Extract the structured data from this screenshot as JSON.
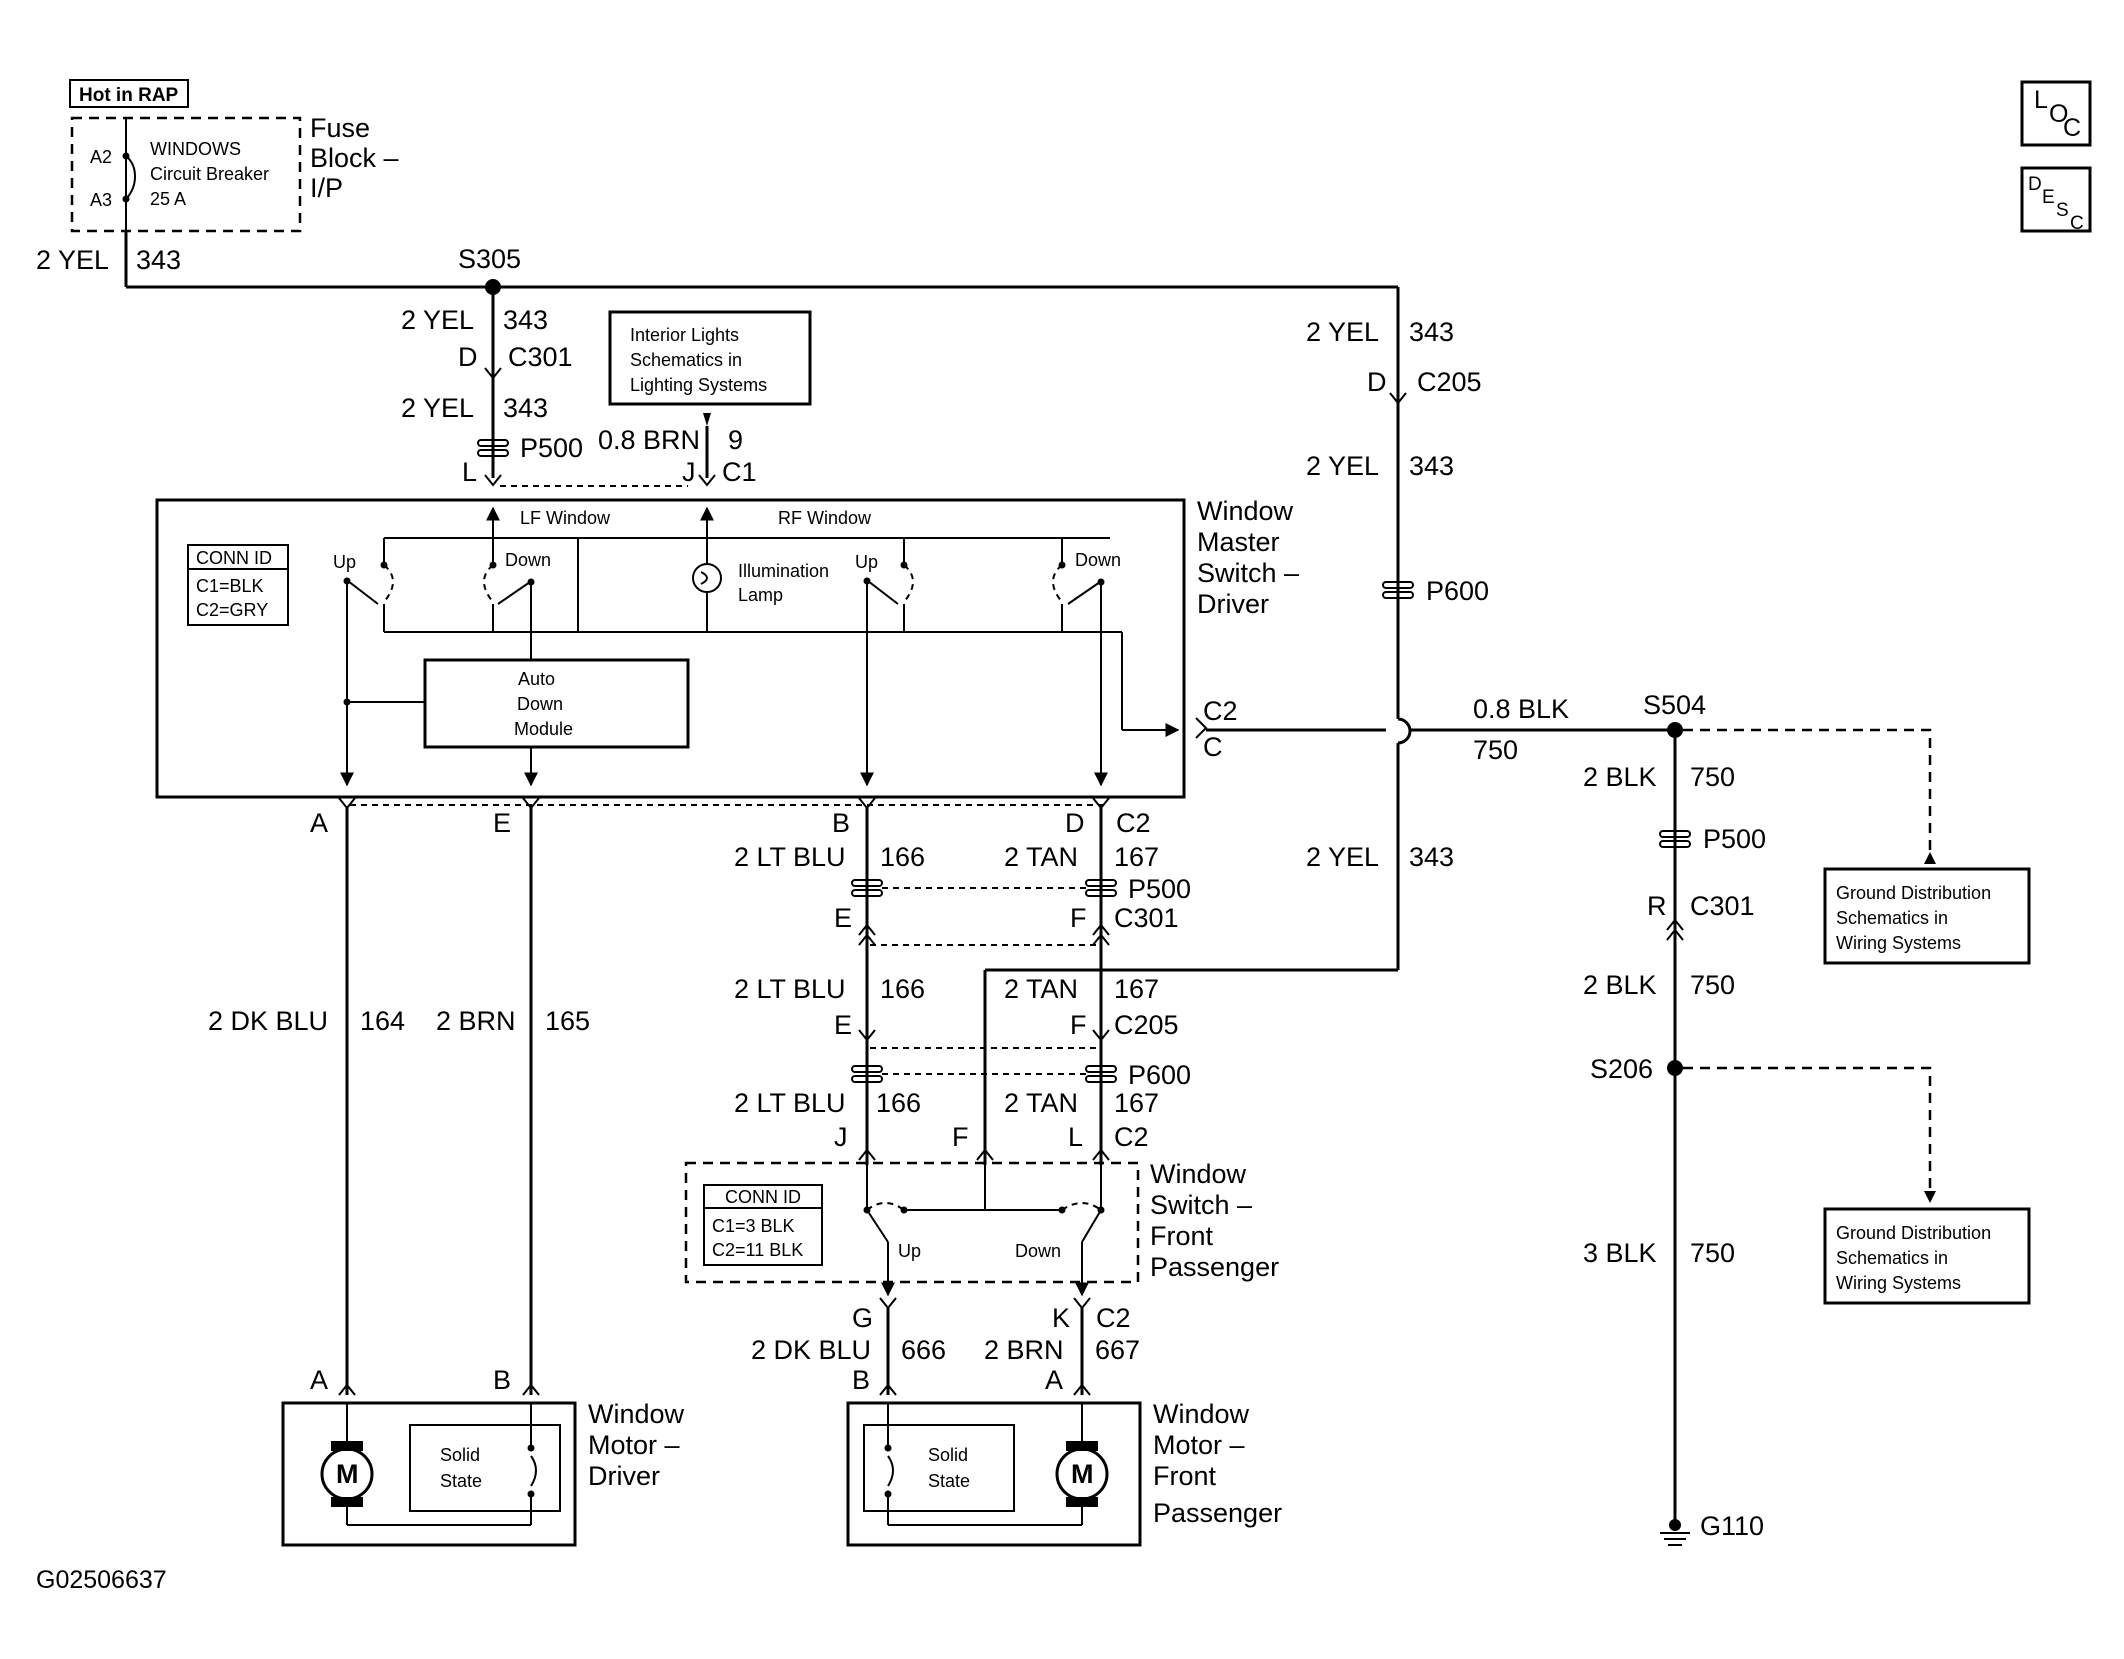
{
  "fuse_block": {
    "hot_in": "Hot in RAP",
    "pin_a2": "A2",
    "pin_a3": "A3",
    "breaker_line1": "WINDOWS",
    "breaker_line2": "Circuit Breaker",
    "breaker_line3": "25 A",
    "name_line1": "Fuse",
    "name_line2": "Block –",
    "name_line3": "I/P"
  },
  "loc_icon": {
    "l": "L",
    "o": "O",
    "c": "C"
  },
  "desc_icon": {
    "d": "D",
    "e": "E",
    "s": "S",
    "c": "C"
  },
  "main_feed": {
    "color": "2 YEL",
    "circuit": "343"
  },
  "splices": {
    "s305": "S305",
    "s504": "S504",
    "s206": "S206"
  },
  "ground": "G110",
  "image_id": "G02506637",
  "left_feed": {
    "color1": "2 YEL",
    "circuit1": "343",
    "pin_c301": "D",
    "conn_c301": "C301",
    "color2": "2 YEL",
    "circuit2": "343",
    "p500": "P500",
    "pin_l": "L"
  },
  "interior_ref": {
    "line1": "Interior Lights",
    "line2": "Schematics in",
    "line3": "Lighting Systems"
  },
  "illum_wire": {
    "color": "0.8 BRN",
    "circuit": "9",
    "pin": "J",
    "conn": "C1"
  },
  "right_feed": {
    "color1": "2 YEL",
    "circuit1": "343",
    "pin_c205": "D",
    "conn_c205": "C205",
    "color2": "2 YEL",
    "circuit2": "343",
    "p600": "P600",
    "color3": "2 YEL",
    "circuit3": "343"
  },
  "master_switch": {
    "name_line1": "Window",
    "name_line2": "Master",
    "name_line3": "Switch –",
    "name_line4": "Driver",
    "lf_window": "LF Window",
    "rf_window": "RF Window",
    "up": "Up",
    "down": "Down",
    "rf_up": "Up",
    "rf_down": "Down",
    "illum1": "Illumination",
    "illum2": "Lamp",
    "conn_id": "CONN ID",
    "c1": "C1=BLK",
    "c2": "C2=GRY",
    "auto1": "Auto",
    "auto2": "Down",
    "auto3": "Module",
    "pin_c2": "C2",
    "pin_c": "C"
  },
  "ground_wire": {
    "color1": "0.8 BLK",
    "circuit1": "750",
    "color2": "2 BLK",
    "circuit2": "750",
    "p500": "P500",
    "pin_r": "R",
    "conn_c301": "C301",
    "color3": "2 BLK",
    "circuit3": "750",
    "color4": "3 BLK",
    "circuit4": "750"
  },
  "ground_ref": {
    "line1": "Ground Distribution",
    "line2": "Schematics in",
    "line3": "Wiring Systems"
  },
  "driver_wires": {
    "pin_a": "A",
    "pin_e": "E",
    "color1": "2 DK BLU",
    "circuit1": "164",
    "color2": "2 BRN",
    "circuit2": "165",
    "motor_pin_a": "A",
    "motor_pin_b": "B"
  },
  "passenger_wires": {
    "pin_b": "B",
    "pin_d": "D",
    "conn_c2": "C2",
    "blu_color": "2 LT BLU",
    "blu_circuit": "166",
    "tan_color": "2 TAN",
    "tan_circuit": "167",
    "p500": "P500",
    "pin_e": "E",
    "pin_f": "F",
    "conn_c301": "C301",
    "blu_color2": "2 LT BLU",
    "blu_circuit2": "166",
    "tan_color2": "2 TAN",
    "tan_circuit2": "167",
    "pin_e2": "E",
    "pin_f2": "F",
    "conn_c205": "C205",
    "p600": "P600",
    "blu_color3": "2 LT BLU",
    "blu_circuit3": "166",
    "tan_color3": "2 TAN",
    "tan_circuit3": "167",
    "pin_j": "J",
    "pin_f3": "F",
    "pin_l": "L",
    "conn_c2b": "C2"
  },
  "passenger_switch": {
    "name_line1": "Window",
    "name_line2": "Switch –",
    "name_line3": "Front",
    "name_line4": "Passenger",
    "conn_id": "CONN ID",
    "c1": "C1=3 BLK",
    "c2": "C2=11 BLK",
    "up": "Up",
    "down": "Down",
    "pin_g": "G",
    "pin_k": "K",
    "conn_c2": "C2",
    "color1": "2 DK BLU",
    "circuit1": "666",
    "color2": "2 BRN",
    "circuit2": "667",
    "motor_pin_b": "B",
    "motor_pin_a": "A"
  },
  "driver_motor": {
    "name_line1": "Window",
    "name_line2": "Motor –",
    "name_line3": "Driver",
    "motor": "M",
    "solid1": "Solid",
    "solid2": "State"
  },
  "passenger_motor": {
    "name_line1": "Window",
    "name_line2": "Motor –",
    "name_line3": "Front",
    "name_line4": "Passenger",
    "motor": "M",
    "solid1": "Solid",
    "solid2": "State"
  }
}
